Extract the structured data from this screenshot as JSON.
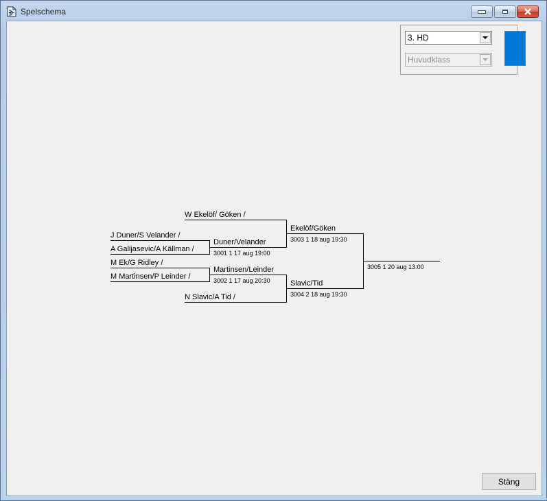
{
  "window": {
    "title": "Spelschema",
    "icon": "bracket-document-icon",
    "controls": {
      "minimize": "minimize-icon",
      "maximize": "maximize-icon",
      "close": "close-icon"
    }
  },
  "filters": {
    "class_select": {
      "value": "3.  HD"
    },
    "category_select": {
      "value": "Huvudklass",
      "disabled": true
    },
    "class_color": "#0078d7"
  },
  "bracket": {
    "round1": [
      {
        "player": "J Duner/S Velander /"
      },
      {
        "player": "A Galijasevic/A Källman /"
      },
      {
        "player": "M Ek/G Ridley /"
      },
      {
        "player": "M Martinsen/P Leinder /"
      }
    ],
    "byes": [
      {
        "player": "W Ekelöf/ Göken /"
      },
      {
        "player": "N Slavic/A Tid /"
      }
    ],
    "matches": [
      {
        "winner": "Duner/Velander",
        "info": "3001  1 17 aug 19:00"
      },
      {
        "winner": "Martinsen/Leinder",
        "info": "3002  1 17 aug 20:30"
      },
      {
        "winner": "Ekelöf/Göken",
        "info": "3003  1 18 aug 19:30"
      },
      {
        "winner": "Slavic/Tid",
        "info": "3004  2 18 aug 19:30"
      },
      {
        "winner": "",
        "info": "3005  1 20 aug 13:00"
      }
    ]
  },
  "footer": {
    "close_label": "Stäng"
  }
}
